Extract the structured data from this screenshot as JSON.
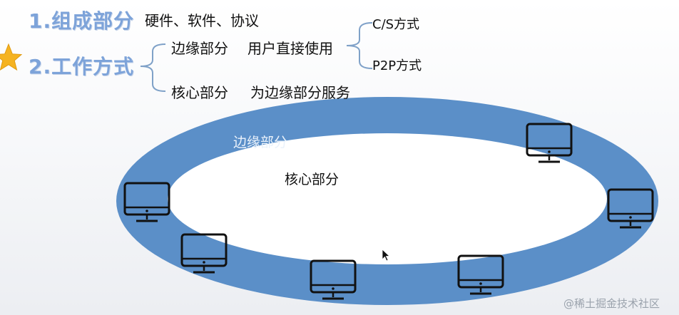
{
  "heading1": "1.组成部分",
  "heading1_detail": "硬件、软件、协议",
  "heading2": "2.工作方式",
  "edge": {
    "label": "边缘部分",
    "detail": "用户直接使用"
  },
  "edge_modes": [
    "C/S方式",
    "P2P方式"
  ],
  "core": {
    "label": "核心部分",
    "detail": "为边缘部分服务"
  },
  "diagram": {
    "outer_label": "边缘部分",
    "inner_label": "核心部分"
  },
  "watermark": "@稀土掘金技术社区",
  "colors": {
    "ring": "#5b8fc8",
    "heading": "#7da3d9",
    "star": "#f5b321"
  },
  "icons": {
    "star": "star-icon",
    "monitor": "computer-monitor-icon"
  }
}
